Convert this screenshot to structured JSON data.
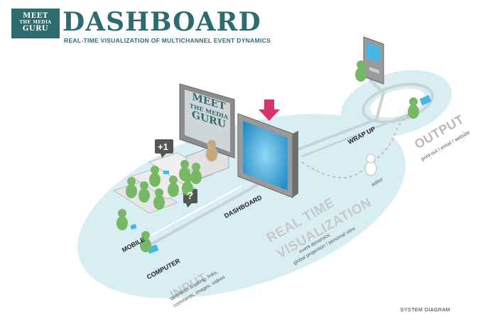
{
  "header": {
    "logo_lines": [
      "MEET",
      "THE MEDIA",
      "GURU"
    ],
    "title": "DASHBOARD",
    "subtitle": "REAL-TIME VISUALIZATION OF MULTICHANNEL EVENT DYNAMICS"
  },
  "footer": {
    "caption": "SYSTEM DIAGRAM"
  },
  "labels": {
    "wrap_up": "WRAP UP",
    "output": "OUTPUT",
    "output_sub": "print-out / email / website",
    "editor": "editor",
    "dashboard": "DASHBOARD",
    "real_time": "REAL TIME",
    "visualization": "VISUALIZATION",
    "event_dynamics_1": "event dynamics:",
    "event_dynamics_2": "global projection / personal view",
    "mobile": "MOBILE",
    "computer": "COMPUTER",
    "input": "INPUT",
    "input_sub_1": "questions & voting, links,",
    "input_sub_2": "comments, images, videos",
    "plus_one": "+1",
    "question": "?"
  },
  "monitor_logo_lines": [
    "MEET",
    "THE MEDIA",
    "GURU"
  ],
  "colors": {
    "brand": "#2e6b6e",
    "ellipse_fill": "#d9eef3",
    "person_green": "#77b866",
    "arrow_red": "#d6336c",
    "screen_blue": "#49b6e8",
    "road_grey": "#c9d3d6"
  }
}
